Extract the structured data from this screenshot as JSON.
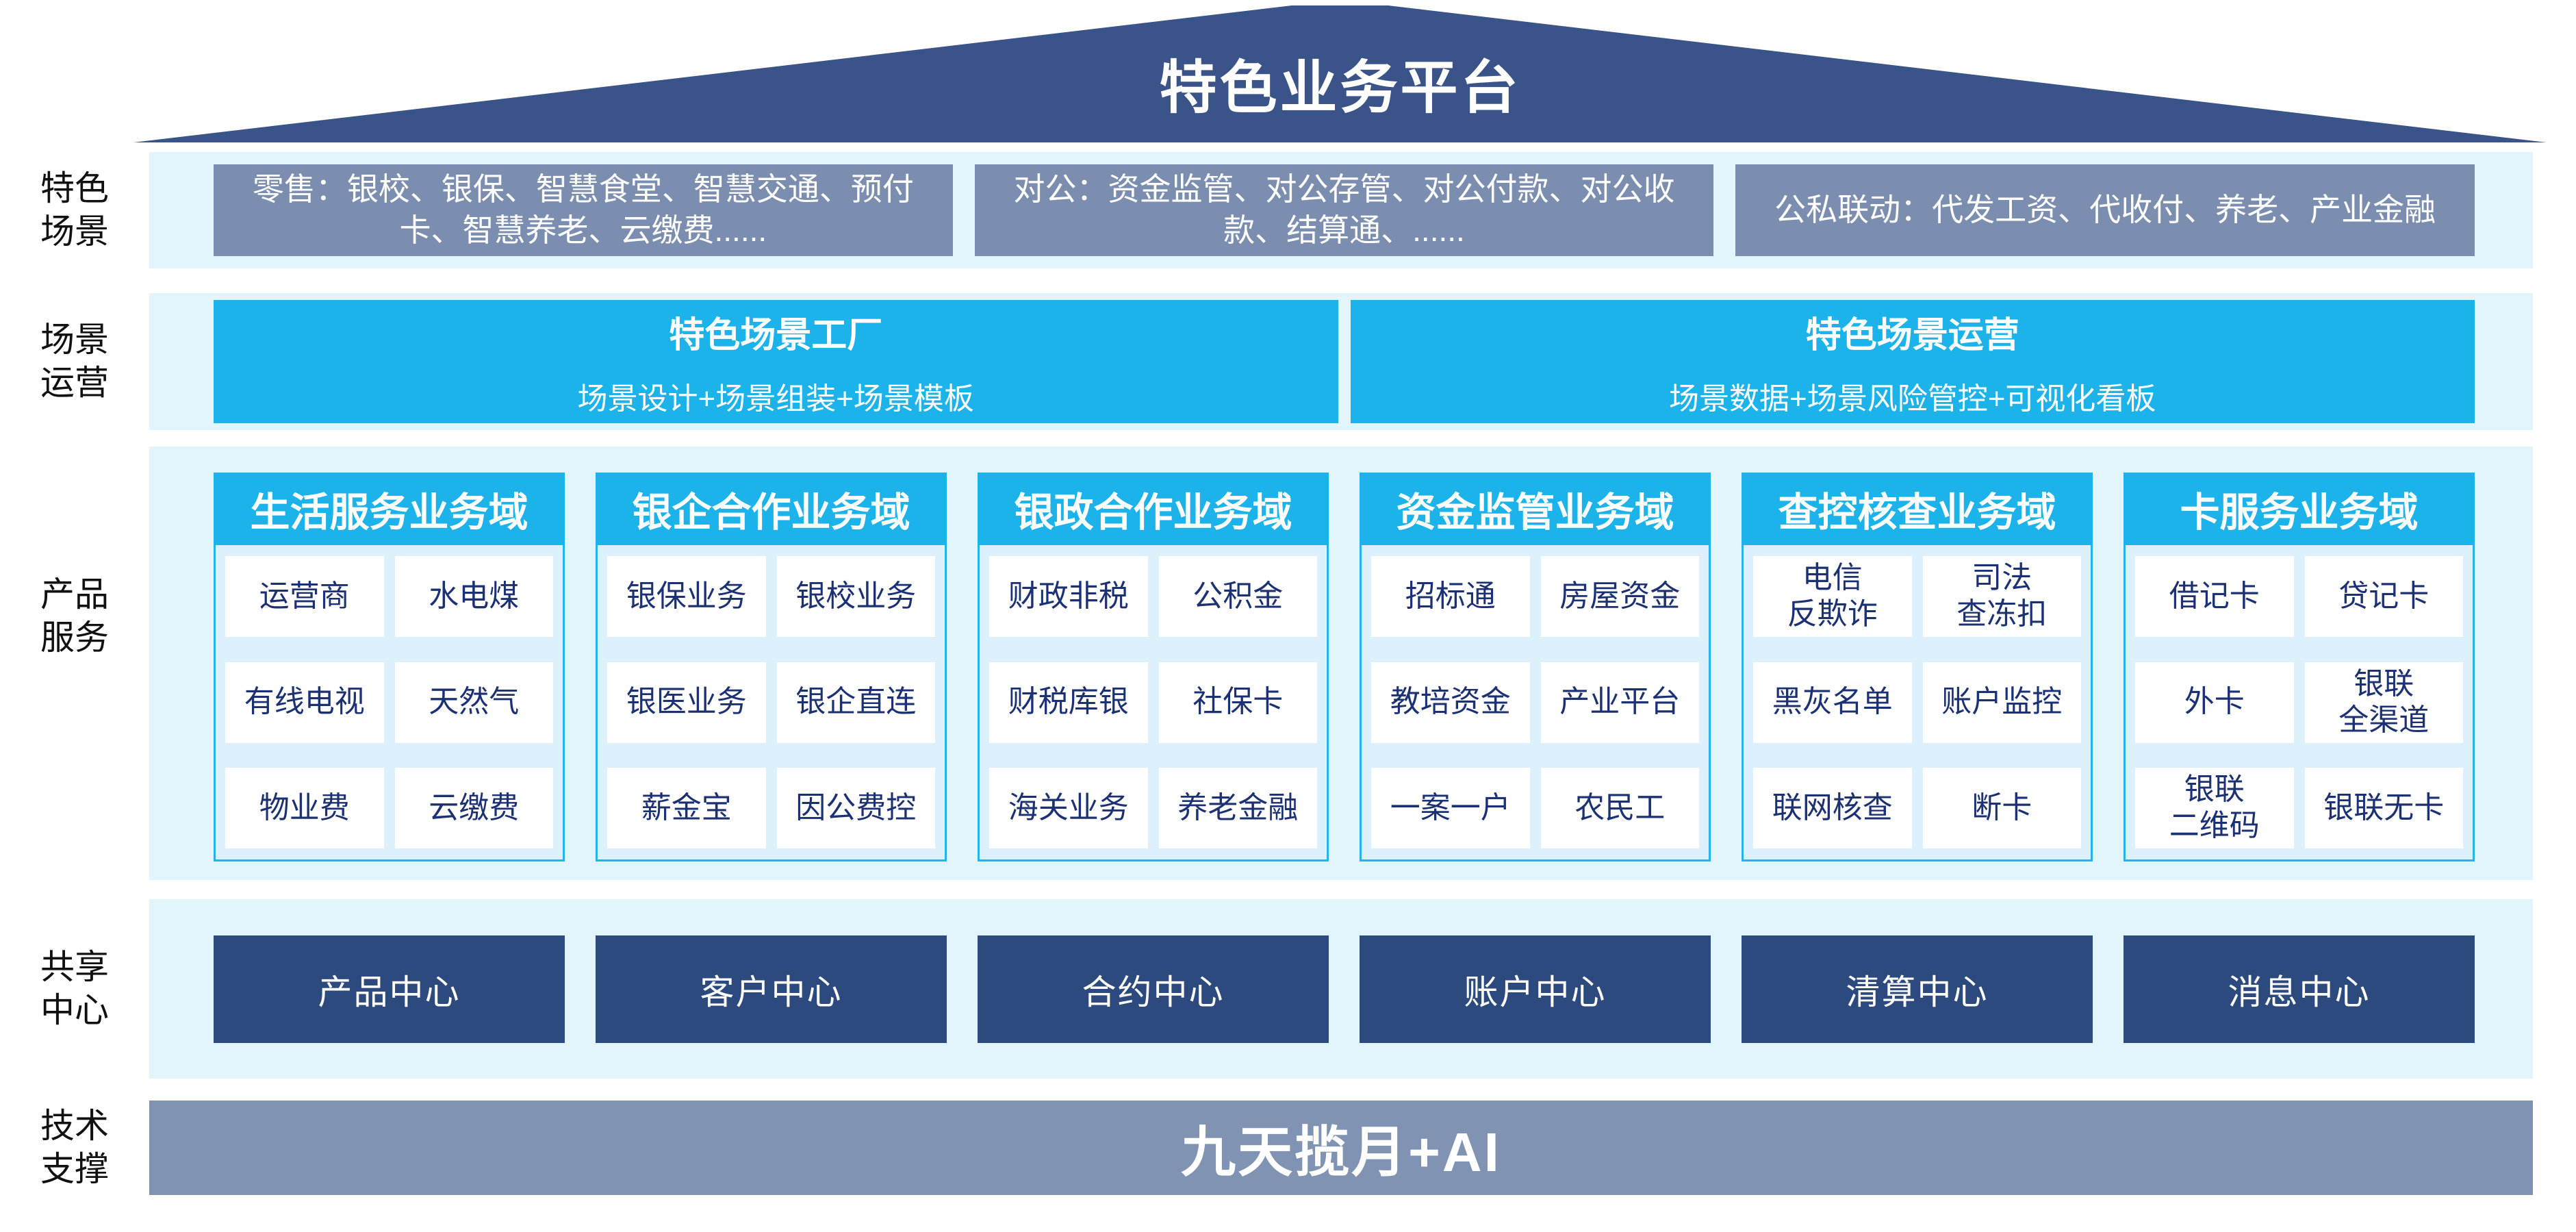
{
  "title": "特色业务平台",
  "colors": {
    "roof_navy": "#3a5388",
    "strip_light_blue": "#e2f4fc",
    "gray_blue_box": "#7b8eb0",
    "cyan": "#1cb2ea",
    "panel_bg": "#dcf1fb",
    "panel_border": "#25b4ea",
    "cell_text_navy": "#1c3173",
    "shared_navy": "#2d4a7e",
    "tech_bar_gray": "#8093b2"
  },
  "rows": {
    "scenes": {
      "label": "特色\n场景",
      "boxes": [
        "零售：银校、银保、智慧食堂、智慧交通、预付\n卡、智慧养老、云缴费......",
        "对公：资金监管、对公存管、对公付款、对公收\n款、结算通、......",
        "公私联动：代发工资、代收付、养老、产业金融"
      ]
    },
    "operations": {
      "label": "场景\n运营",
      "boxes": [
        {
          "title": "特色场景工厂",
          "subtitle": "场景设计+场景组装+场景模板"
        },
        {
          "title": "特色场景运营",
          "subtitle": "场景数据+场景风险管控+可视化看板"
        }
      ]
    },
    "products": {
      "label": "产品\n服务",
      "columns": [
        {
          "header": "生活服务业务域",
          "cells": [
            "运营商",
            "水电煤",
            "有线电视",
            "天然气",
            "物业费",
            "云缴费"
          ]
        },
        {
          "header": "银企合作业务域",
          "cells": [
            "银保业务",
            "银校业务",
            "银医业务",
            "银企直连",
            "薪金宝",
            "因公费控"
          ]
        },
        {
          "header": "银政合作业务域",
          "cells": [
            "财政非税",
            "公积金",
            "财税库银",
            "社保卡",
            "海关业务",
            "养老金融"
          ]
        },
        {
          "header": "资金监管业务域",
          "cells": [
            "招标通",
            "房屋资金",
            "教培资金",
            "产业平台",
            "一案一户",
            "农民工"
          ]
        },
        {
          "header": "查控核查业务域",
          "cells": [
            "电信\n反欺诈",
            "司法\n查冻扣",
            "黑灰名单",
            "账户监控",
            "联网核查",
            "断卡"
          ]
        },
        {
          "header": "卡服务业务域",
          "cells": [
            "借记卡",
            "贷记卡",
            "外卡",
            "银联\n全渠道",
            "银联\n二维码",
            "银联无卡"
          ]
        }
      ]
    },
    "shared": {
      "label": "共享\n中心",
      "boxes": [
        "产品中心",
        "客户中心",
        "合约中心",
        "账户中心",
        "清算中心",
        "消息中心"
      ]
    },
    "tech": {
      "label": "技术\n支撑",
      "bar": "九天揽月+AI"
    }
  }
}
